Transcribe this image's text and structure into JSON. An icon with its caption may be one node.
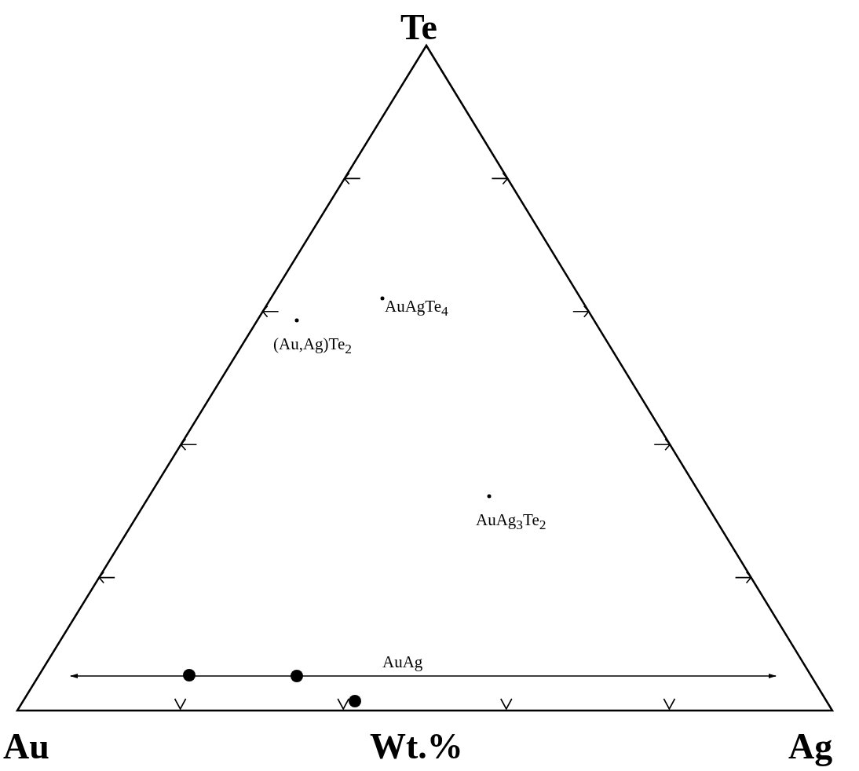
{
  "diagram": {
    "labels": [
      "Te",
      "AuAgTe$_{4}$",
      "(Au,Ag)Te$_{2}$",
      "AuAg$_{3}$Te$_{2}$",
      "AuAg",
      "Au",
      "Wt.%",
      "Ag"
    ]
  }
}
